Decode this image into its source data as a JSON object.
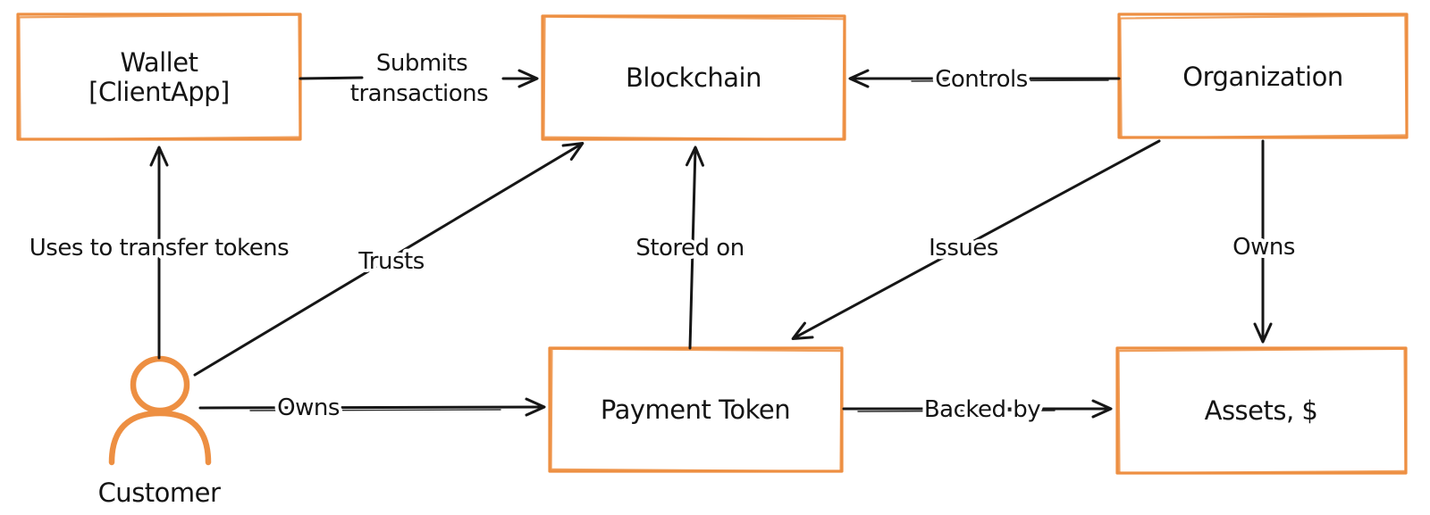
{
  "diagram": {
    "background_color": "#ffffff",
    "box_stroke_color": "#ED8F42",
    "line_color": "#161616",
    "text_color": "#141414",
    "nodes": {
      "wallet": {
        "label_line1": "Wallet",
        "label_line2": "[ClientApp]"
      },
      "blockchain": {
        "label": "Blockchain"
      },
      "organization": {
        "label": "Organization"
      },
      "payment_token": {
        "label": "Payment Token"
      },
      "assets": {
        "label": "Assets, $"
      },
      "customer": {
        "label": "Customer",
        "shape": "person-actor"
      }
    },
    "edges": {
      "submits": {
        "from": "Wallet",
        "to": "Blockchain",
        "label_line1": "Submits",
        "label_line2": "transactions"
      },
      "controls": {
        "from": "Organization",
        "to": "Blockchain",
        "label": "Controls"
      },
      "uses": {
        "from": "Customer",
        "to": "Wallet",
        "label": "Uses to transfer tokens"
      },
      "trusts": {
        "from": "Customer",
        "to": "Blockchain",
        "label": "Trusts"
      },
      "stored_on": {
        "from": "Payment Token",
        "to": "Blockchain",
        "label": "Stored on"
      },
      "issues": {
        "from": "Organization",
        "to": "Payment Token",
        "label": "Issues"
      },
      "owns_assets": {
        "from": "Organization",
        "to": "Assets, $",
        "label": "Owns"
      },
      "owns_token": {
        "from": "Customer",
        "to": "Payment Token",
        "label": "Owns"
      },
      "backed_by": {
        "from": "Payment Token",
        "to": "Assets, $",
        "label": "Backed by"
      }
    }
  }
}
